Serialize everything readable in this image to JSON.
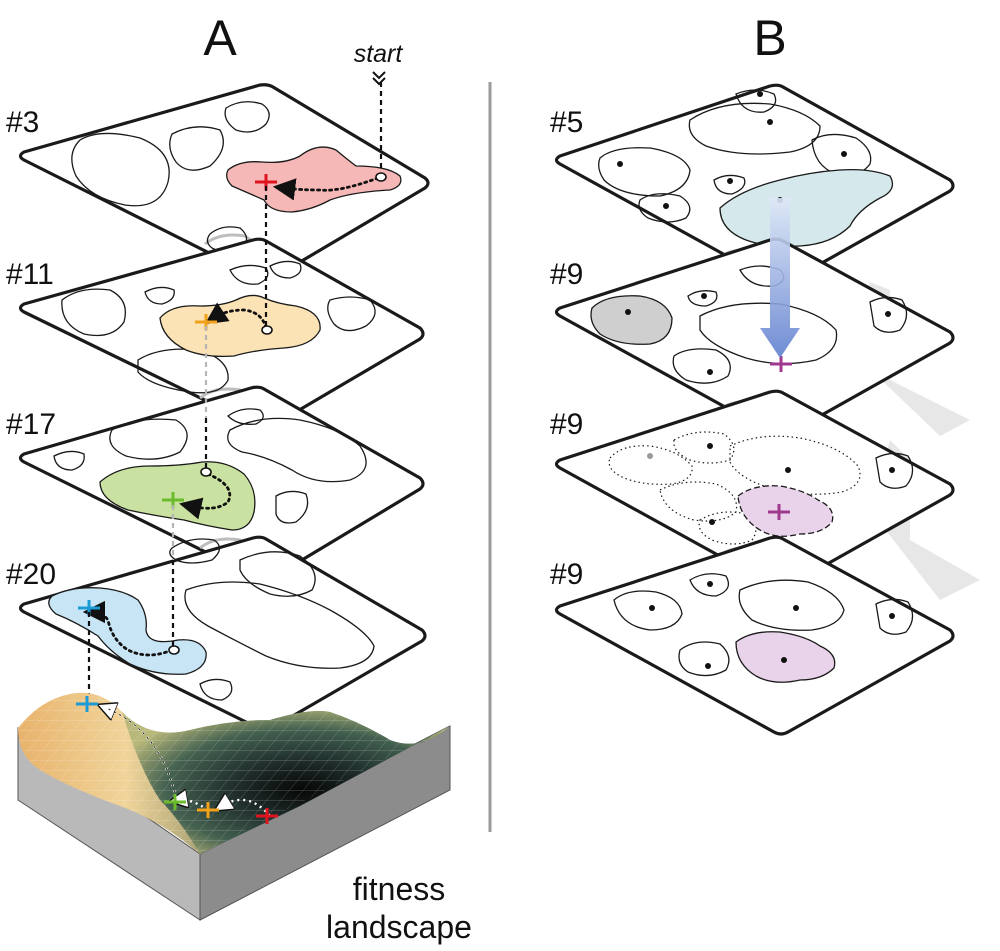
{
  "panels": {
    "a": {
      "letter": "A",
      "start_label": "start",
      "landscape_label_line1": "fitness",
      "landscape_label_line2": "landscape",
      "layers": [
        "#3",
        "#11",
        "#17",
        "#20"
      ],
      "marker_colors": {
        "red": "#e0141e",
        "orange": "#f2a21a",
        "green": "#6cbb2a",
        "blue": "#1c9ad6"
      },
      "fill_colors": {
        "red": "#f6b8b6",
        "orange": "#fbe3b5",
        "green": "#c9e2a1",
        "blue": "#c7e5f4"
      }
    },
    "b": {
      "letter": "B",
      "layers": [
        "#5",
        "#9",
        "#9",
        "#9"
      ],
      "fill_colors": {
        "teal": "#d5e9ec",
        "grey": "#cfcfcf",
        "purple": "#e8d3ea"
      },
      "marker_color": "#a03a8f",
      "arrow_color": "#6f8fd4"
    }
  }
}
